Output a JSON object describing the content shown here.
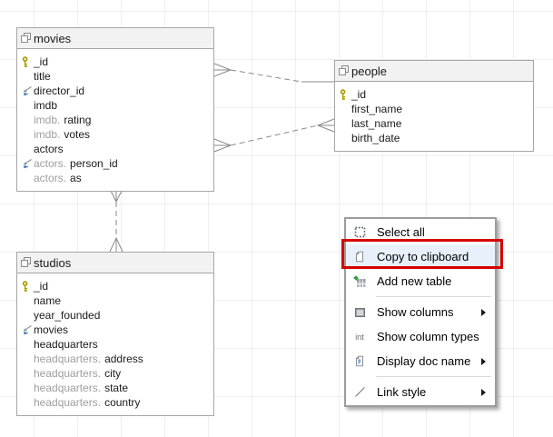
{
  "diagram": {
    "tables": [
      {
        "name": "movies",
        "header_icon": "collection-icon",
        "fields": [
          {
            "icon": "key",
            "prefix": "",
            "label": "_id"
          },
          {
            "icon": "",
            "prefix": "",
            "label": "title"
          },
          {
            "icon": "fk",
            "prefix": "",
            "label": "director_id"
          },
          {
            "icon": "",
            "prefix": "",
            "label": "imdb"
          },
          {
            "icon": "",
            "prefix": "imdb.",
            "label": "rating"
          },
          {
            "icon": "",
            "prefix": "imdb.",
            "label": "votes"
          },
          {
            "icon": "",
            "prefix": "",
            "label": "actors"
          },
          {
            "icon": "fk",
            "prefix": "actors.",
            "label": "person_id"
          },
          {
            "icon": "",
            "prefix": "actors.",
            "label": "as"
          }
        ]
      },
      {
        "name": "people",
        "header_icon": "collection-icon",
        "fields": [
          {
            "icon": "key",
            "prefix": "",
            "label": "_id"
          },
          {
            "icon": "",
            "prefix": "",
            "label": "first_name"
          },
          {
            "icon": "",
            "prefix": "",
            "label": "last_name"
          },
          {
            "icon": "",
            "prefix": "",
            "label": "birth_date"
          }
        ]
      },
      {
        "name": "studios",
        "header_icon": "collection-icon",
        "fields": [
          {
            "icon": "key",
            "prefix": "",
            "label": "_id"
          },
          {
            "icon": "",
            "prefix": "",
            "label": "name"
          },
          {
            "icon": "",
            "prefix": "",
            "label": "year_founded"
          },
          {
            "icon": "fk",
            "prefix": "",
            "label": "movies"
          },
          {
            "icon": "",
            "prefix": "",
            "label": "headquarters"
          },
          {
            "icon": "",
            "prefix": "headquarters.",
            "label": "address"
          },
          {
            "icon": "",
            "prefix": "headquarters.",
            "label": "city"
          },
          {
            "icon": "",
            "prefix": "headquarters.",
            "label": "state"
          },
          {
            "icon": "",
            "prefix": "headquarters.",
            "label": "country"
          }
        ]
      }
    ],
    "relationships": [
      {
        "from": "movies.director_id",
        "to": "people",
        "style": "dashed-crowfoot"
      },
      {
        "from": "movies.actors.person_id",
        "to": "people",
        "style": "dashed-crowfoot"
      },
      {
        "from": "studios.movies",
        "to": "movies",
        "style": "dashed-crowfoot"
      }
    ]
  },
  "context_menu": {
    "items": [
      {
        "icon": "select-all",
        "label": "Select all",
        "highlighted": false,
        "submenu": false,
        "separator_before": false
      },
      {
        "icon": "copy",
        "label": "Copy to clipboard",
        "highlighted": true,
        "submenu": false,
        "separator_before": false
      },
      {
        "icon": "add-table",
        "label": "Add new table",
        "highlighted": false,
        "submenu": false,
        "separator_before": false
      },
      {
        "icon": "columns",
        "label": "Show columns",
        "highlighted": false,
        "submenu": true,
        "separator_before": true
      },
      {
        "icon": "int",
        "label": "Show column types",
        "highlighted": false,
        "submenu": false,
        "separator_before": false
      },
      {
        "icon": "doc",
        "label": "Display doc name",
        "highlighted": false,
        "submenu": true,
        "separator_before": false
      },
      {
        "icon": "link",
        "label": "Link style",
        "highlighted": false,
        "submenu": true,
        "separator_before": true
      }
    ]
  },
  "colors": {
    "highlight_red": "#d60000",
    "menu_hover_bg": "#e8f1fb",
    "key_icon": "#ab9c00",
    "fk_icon_gray": "#8f979c",
    "fk_icon_blue": "#4a7fc1",
    "connector_line": "#8a8a8a",
    "table_header_bg": "#f2f2f2",
    "grid_line": "#efefef"
  }
}
